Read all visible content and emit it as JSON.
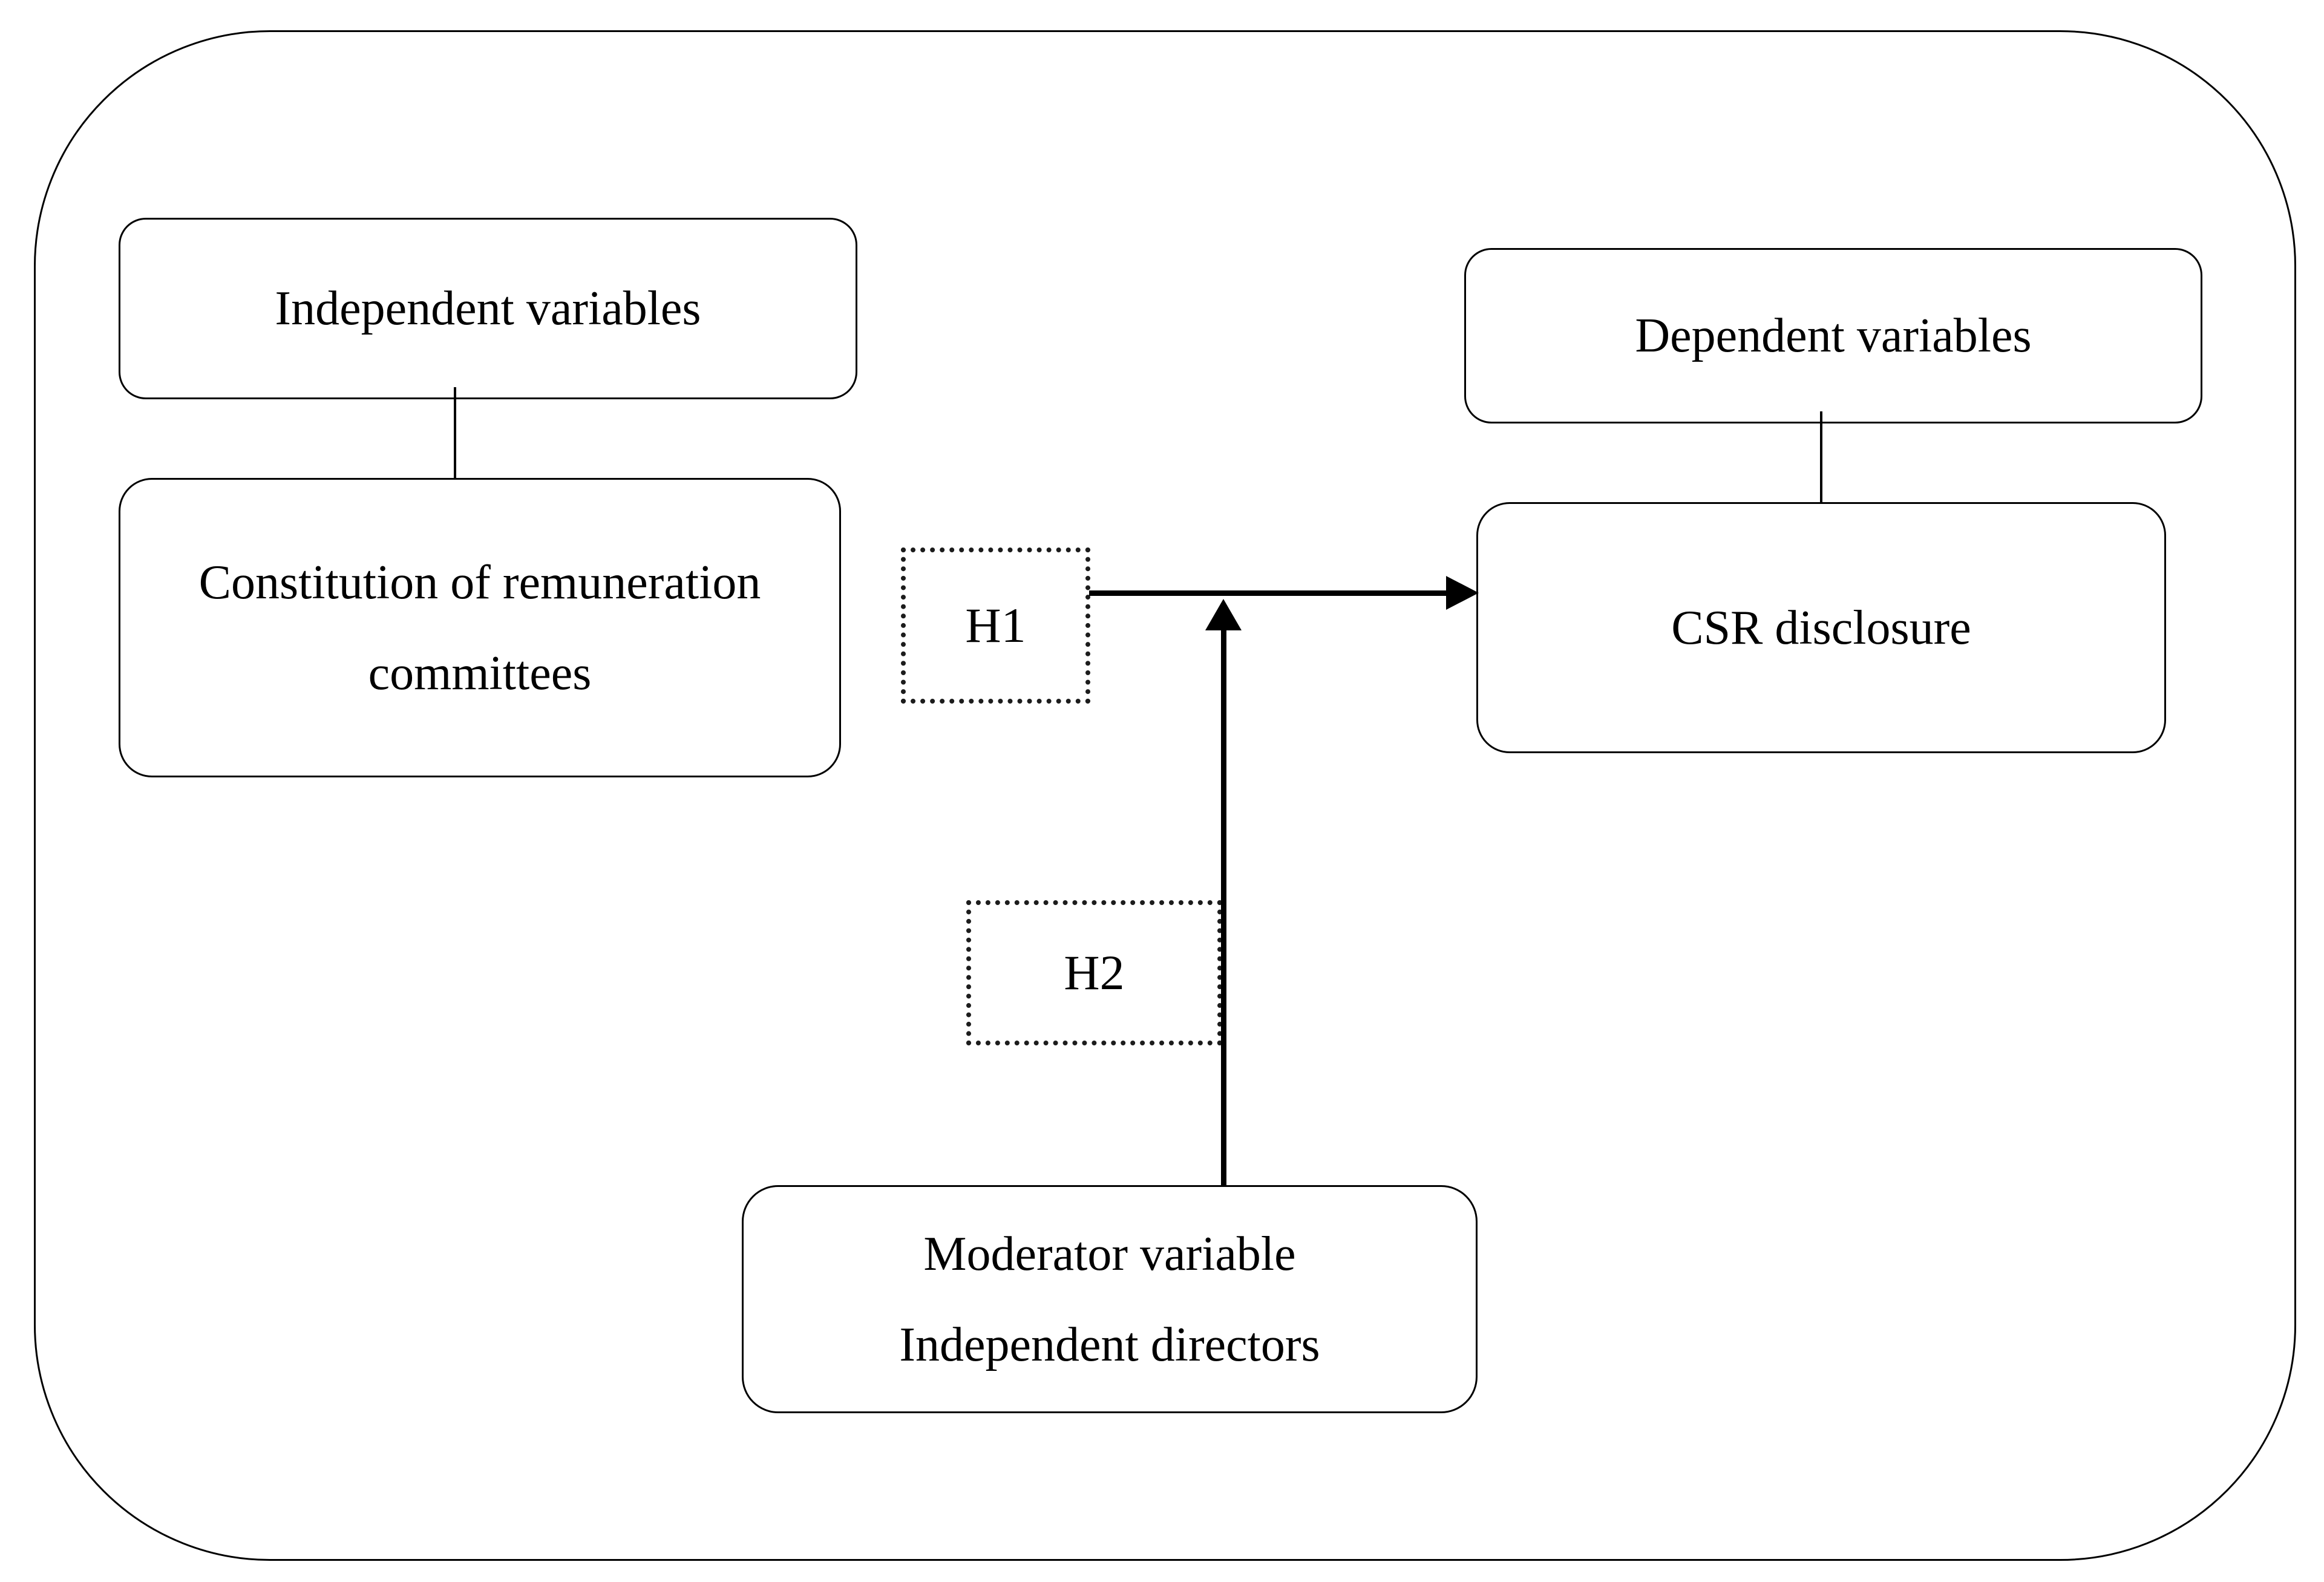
{
  "figure": {
    "colors": {
      "ink": "#000000",
      "paper": "#ffffff"
    },
    "boxes": {
      "independent_variables": {
        "label": "Independent variables"
      },
      "constitution": {
        "lines": [
          "Constitution of remuneration",
          "committees"
        ]
      },
      "dependent_variables": {
        "label": "Dependent variables"
      },
      "csr_disclosure": {
        "label": "CSR disclosure"
      },
      "hypothesis_1": {
        "label": "H1"
      },
      "hypothesis_2": {
        "label": "H2"
      },
      "moderator": {
        "lines": [
          "Moderator variable",
          "Independent directors"
        ]
      }
    },
    "edges": [
      {
        "from": "independent_variables",
        "to": "constitution",
        "style": "thin-line"
      },
      {
        "from": "dependent_variables",
        "to": "csr_disclosure",
        "style": "thin-line"
      },
      {
        "from": "hypothesis_1",
        "to": "csr_disclosure",
        "style": "thick-arrow"
      },
      {
        "from": "moderator",
        "to": "hypothesis_1_arrow",
        "style": "thick-arrow"
      }
    ]
  }
}
